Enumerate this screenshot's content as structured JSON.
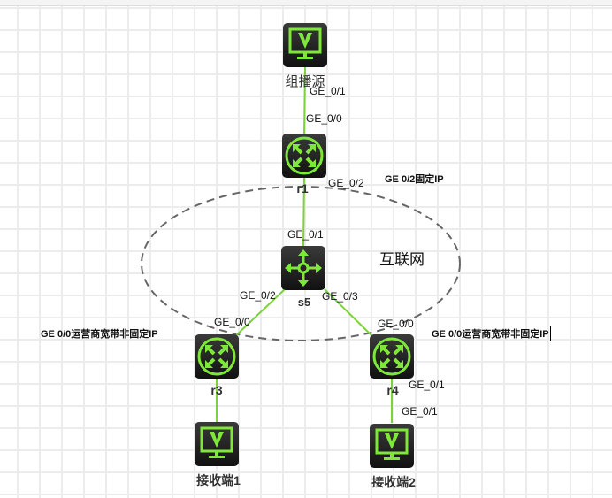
{
  "nodes": {
    "source": {
      "name": "组播源",
      "type": "host"
    },
    "r1": {
      "name": "r1",
      "type": "router"
    },
    "s5": {
      "name": "s5",
      "type": "switch"
    },
    "r3": {
      "name": "r3",
      "type": "router"
    },
    "r4": {
      "name": "r4",
      "type": "router"
    },
    "recv1": {
      "name": "接收端1",
      "type": "host"
    },
    "recv2": {
      "name": "接收端2",
      "type": "host"
    }
  },
  "ports": {
    "source_r1_a": "GE_0/1",
    "source_r1_b": "GE_0/0",
    "r1_s5_a": "GE_0/2",
    "r1_s5_b": "GE_0/1",
    "s5_r3_a": "GE_0/2",
    "s5_r3_b": "GE_0/0",
    "s5_r4_a": "GE_0/3",
    "s5_r4_b": "GE_0/0",
    "r4_recv2_a": "GE_0/1",
    "r4_recv2_b": "GE_0/1"
  },
  "annotations": {
    "r1_note": "GE 0/2固定IP",
    "r3_note": "GE 0/0运营商宽带非固定IP",
    "r4_note": "GE 0/0运营商宽带非固定IP",
    "cloud": "互联网"
  },
  "colors": {
    "link": "#7dd23c",
    "icon": "#7ee83a",
    "device_bg": "#222222",
    "ellipse": "#666666"
  }
}
